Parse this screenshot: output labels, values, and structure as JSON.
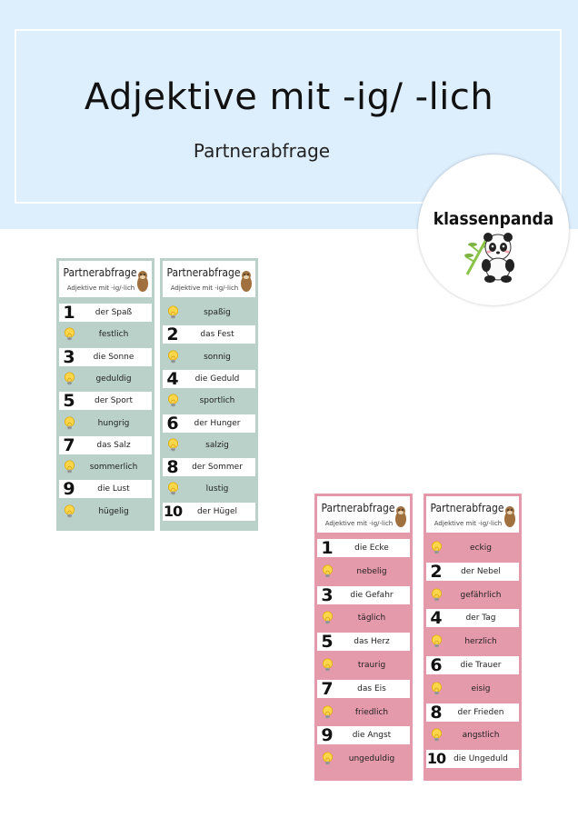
{
  "header": {
    "title": "Adjektive mit -ig/ -lich",
    "subtitle": "Partnerabfrage"
  },
  "logo": {
    "text": "klassenpanda"
  },
  "colors": {
    "header_bg": "#ddeefd",
    "green": "#b9d1c8",
    "pink": "#e59aab"
  },
  "cards": {
    "title": "Partnerabfrage",
    "sub": "Adjektive mit -ig/-lich",
    "green_a": {
      "rows": [
        {
          "n": "1",
          "w": "der Spaß"
        },
        {
          "b": true,
          "w": "festlich"
        },
        {
          "n": "3",
          "w": "die Sonne"
        },
        {
          "b": true,
          "w": "geduldig"
        },
        {
          "n": "5",
          "w": "der Sport"
        },
        {
          "b": true,
          "w": "hungrig"
        },
        {
          "n": "7",
          "w": "das Salz"
        },
        {
          "b": true,
          "w": "sommerlich"
        },
        {
          "n": "9",
          "w": "die Lust"
        },
        {
          "b": true,
          "w": "hügelig"
        }
      ]
    },
    "green_b": {
      "rows": [
        {
          "b": true,
          "w": "spaßig"
        },
        {
          "n": "2",
          "w": "das Fest"
        },
        {
          "b": true,
          "w": "sonnig"
        },
        {
          "n": "4",
          "w": "die Geduld"
        },
        {
          "b": true,
          "w": "sportlich"
        },
        {
          "n": "6",
          "w": "der Hunger"
        },
        {
          "b": true,
          "w": "salzig"
        },
        {
          "n": "8",
          "w": "der Sommer"
        },
        {
          "b": true,
          "w": "lustig"
        },
        {
          "n": "10",
          "w": "der Hügel"
        }
      ]
    },
    "pink_a": {
      "rows": [
        {
          "n": "1",
          "w": "die Ecke"
        },
        {
          "b": true,
          "w": "nebelig"
        },
        {
          "n": "3",
          "w": "die Gefahr"
        },
        {
          "b": true,
          "w": "täglich"
        },
        {
          "n": "5",
          "w": "das Herz"
        },
        {
          "b": true,
          "w": "traurig"
        },
        {
          "n": "7",
          "w": "das Eis"
        },
        {
          "b": true,
          "w": "friedlich"
        },
        {
          "n": "9",
          "w": "die Angst"
        },
        {
          "b": true,
          "w": "ungeduldig"
        }
      ]
    },
    "pink_b": {
      "rows": [
        {
          "b": true,
          "w": "eckig"
        },
        {
          "n": "2",
          "w": "der Nebel"
        },
        {
          "b": true,
          "w": "gefährlich"
        },
        {
          "n": "4",
          "w": "der Tag"
        },
        {
          "b": true,
          "w": "herzlich"
        },
        {
          "n": "6",
          "w": "die Trauer"
        },
        {
          "b": true,
          "w": "eisig"
        },
        {
          "n": "8",
          "w": "der Frieden"
        },
        {
          "b": true,
          "w": "angstlich"
        },
        {
          "n": "10",
          "w": "die Ungeduld"
        }
      ]
    }
  }
}
